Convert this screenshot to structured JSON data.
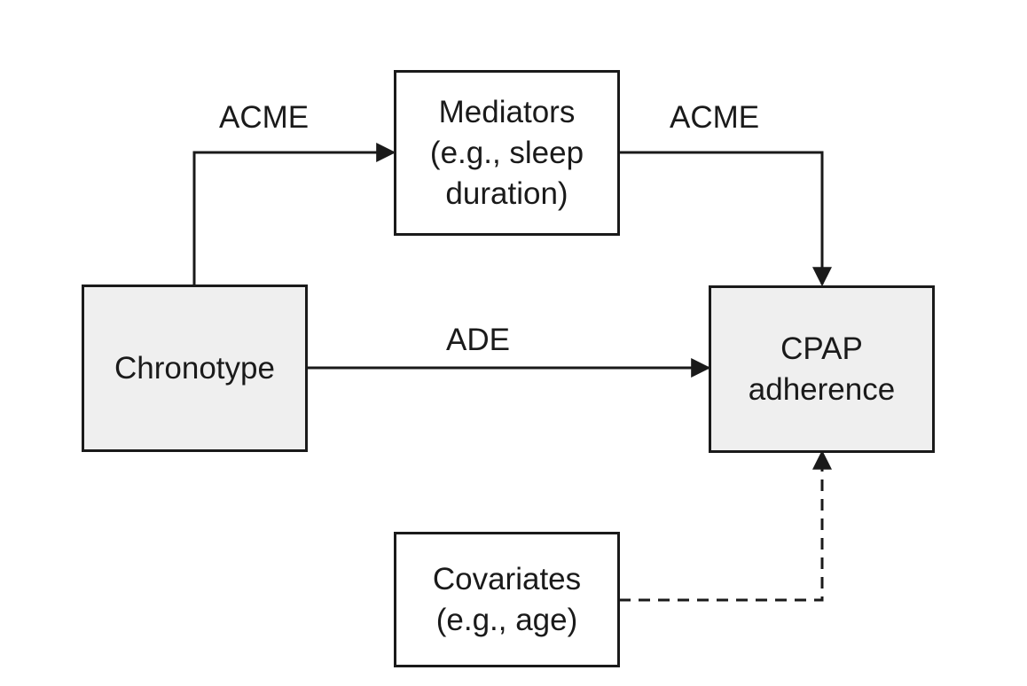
{
  "nodes": {
    "mediators": {
      "line1": "Mediators",
      "line2": "(e.g., sleep",
      "line3": "duration)"
    },
    "chronotype": {
      "label": "Chronotype"
    },
    "cpap": {
      "line1": "CPAP",
      "line2": "adherence"
    },
    "covariates": {
      "line1": "Covariates",
      "line2": "(e.g., age)"
    }
  },
  "edges": {
    "chronotype_to_mediators": {
      "label": "ACME",
      "style": "solid"
    },
    "mediators_to_cpap": {
      "label": "ACME",
      "style": "solid"
    },
    "chronotype_to_cpap": {
      "label": "ADE",
      "style": "solid"
    },
    "covariates_to_cpap": {
      "label": "",
      "style": "dashed"
    }
  },
  "colors": {
    "stroke": "#1a1a1a",
    "shaded_fill": "#efefef",
    "plain_fill": "#ffffff"
  }
}
